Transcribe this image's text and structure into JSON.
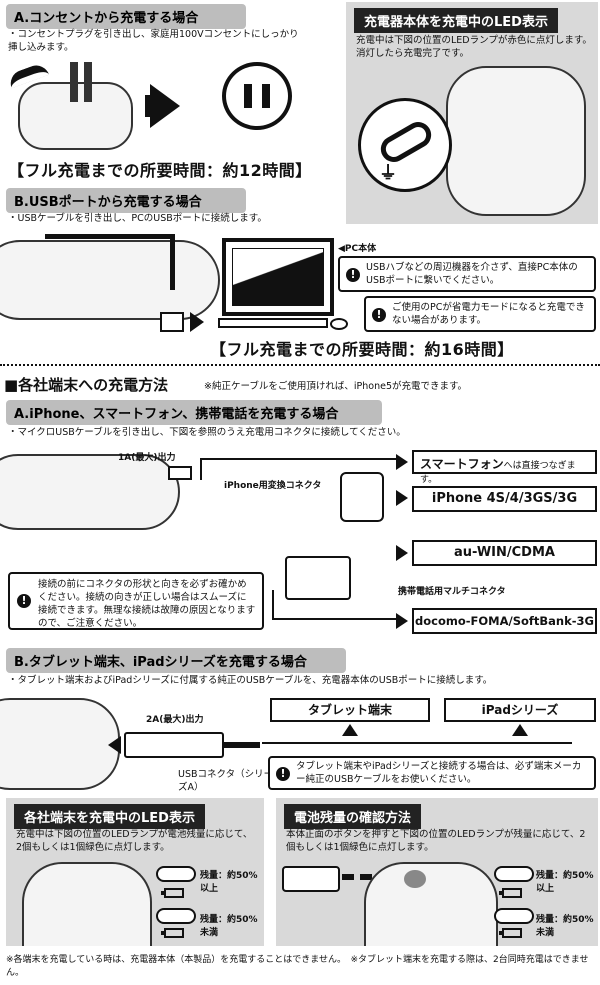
{
  "outlet": {
    "heading": "A.コンセントから充電する場合",
    "desc": "・コンセントプラグを引き出し、家庭用100Vコンセントにしっかり挿し込みます。",
    "time": "【フル充電までの所要時間：約12時間】"
  },
  "led_main": {
    "heading": "充電器本体を充電中のLED表示",
    "desc": "充電中は下図の位置のLEDランプが赤色に点灯します。消灯したら充電完了です。"
  },
  "usb": {
    "heading": "B.USBポートから充電する場合",
    "desc": "・USBケーブルを引き出し、PCのUSBポートに接続します。",
    "pc_label": "◀PC本体",
    "note1": "USBハブなどの周辺機器を介さず、直接PC本体のUSBポートに繋いでください。",
    "note2": "ご使用のPCが省電力モードになると充電できない場合があります。",
    "time": "【フル充電までの所要時間：約16時間】"
  },
  "section": {
    "title": "■各社端末への充電方法",
    "subtitle": "※純正ケーブルをご使用頂ければ、iPhone5が充電できます。"
  },
  "iphone": {
    "heading": "A.iPhone、スマートフォン、携帯電話を充電する場合",
    "desc": "・マイクロUSBケーブルを引き出し、下図を参照のうえ充電用コネクタに接続してください。",
    "output": "1A(最大)出力",
    "adapter": "iPhone用変換コネクタ",
    "smartphone_bold": "スマートフォン",
    "smartphone_rest": "へは直接つなぎます。",
    "iphone_models": "iPhone 4S/4/3GS/3G",
    "au": "au-WIN/CDMA",
    "multi": "携帯電話用マルチコネクタ",
    "docomo": "docomo-FOMA/SoftBank-3G",
    "caution": "接続の前にコネクタの形状と向きを必ずお確かめください。接続の向きが正しい場合はスムーズに接続できます。無理な接続は故障の原因となりますので、ご注意ください。"
  },
  "tablet": {
    "heading": "B.タブレット端末、iPadシリーズを充電する場合",
    "desc": "・タブレット端末およびiPadシリーズに付属する純正のUSBケーブルを、充電器本体のUSBポートに接続します。",
    "output": "2A(最大)出力",
    "connector": "USBコネクタ（シリーズA）",
    "tablet_label": "タブレット端末",
    "ipad_label": "iPadシリーズ",
    "note": "タブレット端末やiPadシリーズと接続する場合は、必ず端末メーカー純正のUSBケーブルをお使いください。"
  },
  "led_devices": {
    "heading": "各社端末を充電中のLED表示",
    "desc": "充電中は下図の位置のLEDランプが電池残量に応じて、2個もしくは1個緑色に点灯します。",
    "upper": "残量：約50%以上",
    "lower": "残量：約50%未満"
  },
  "battery": {
    "heading": "電池残量の確認方法",
    "desc": "本体正面のボタンを押すと下図の位置のLEDランプが残量に応じて、2個もしくは1個緑色に点灯します。",
    "upper": "残量：約50%以上",
    "lower": "残量：約50%未満"
  },
  "footer": "※各端末を充電している時は、充電器本体（本製品）を充電することはできません。　※タブレット端末を充電する際は、2台同時充電はできません。"
}
